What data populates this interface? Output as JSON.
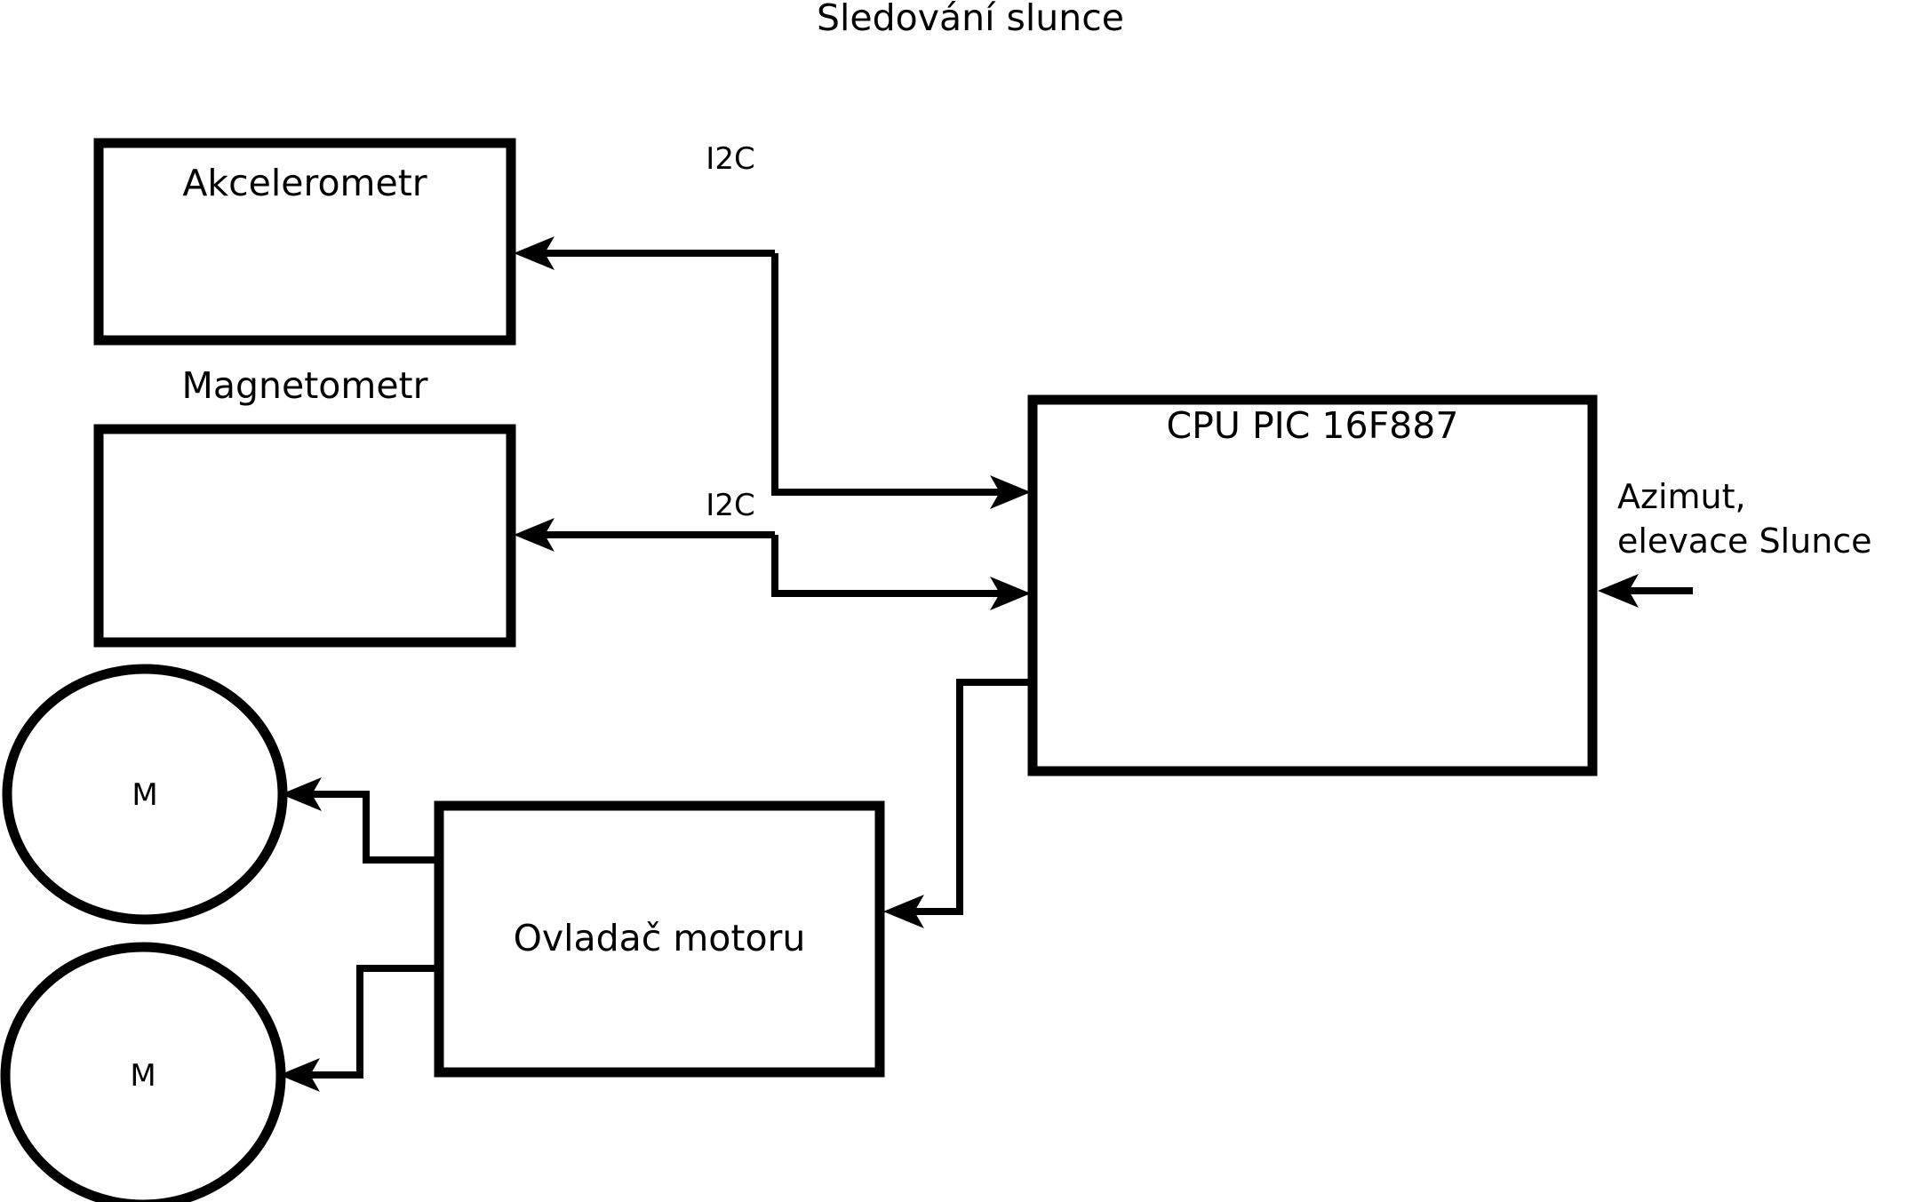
{
  "diagram": {
    "title": "Sledování slunce",
    "nodes": [
      {
        "id": "accelerometer",
        "label": "Akcelerometr",
        "shape": "rectangle"
      },
      {
        "id": "magnetometer",
        "label": "Magnetometr",
        "shape": "rectangle"
      },
      {
        "id": "cpu",
        "label": "CPU PIC 16F887",
        "shape": "rectangle"
      },
      {
        "id": "motor_driver",
        "label": "Ovladač motoru",
        "shape": "rectangle"
      },
      {
        "id": "motor_1",
        "label": "M",
        "shape": "circle"
      },
      {
        "id": "motor_2",
        "label": "M",
        "shape": "circle"
      }
    ],
    "edge_labels": {
      "accelerometer_bus": "I2C",
      "magnetometer_bus": "I2C"
    },
    "external_inputs": [
      {
        "id": "sun_position",
        "line_1": "Azimut,",
        "line_2": "elevace Slunce"
      }
    ],
    "colors": {
      "stroke": "#000000",
      "fill": "#ffffff",
      "background": "#ffffff"
    }
  }
}
